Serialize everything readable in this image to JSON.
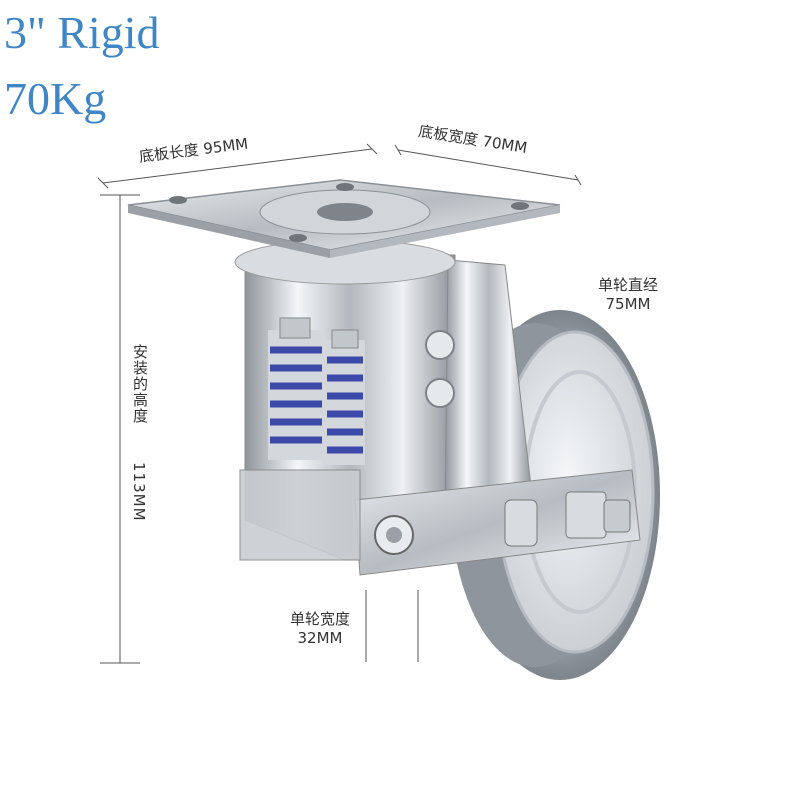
{
  "title": {
    "line1": "3\" Rigid",
    "line2": "70Kg"
  },
  "dimensions": {
    "plate_length": {
      "label": "底板长度",
      "value": "95MM"
    },
    "plate_width": {
      "label": "底板宽度",
      "value": "70MM"
    },
    "wheel_diameter": {
      "label": "单轮直经",
      "value": "75MM"
    },
    "install_height": {
      "label": "安装的高度",
      "value": "113MM"
    },
    "wheel_width": {
      "label": "单轮宽度",
      "value": "32MM"
    }
  },
  "colors": {
    "title": "#3f86c6",
    "chrome": "#c9ccd1",
    "wheel_tread": "#8e959c",
    "wheel_hub": "#dfe3e7",
    "spring": "#3b4aa8"
  }
}
